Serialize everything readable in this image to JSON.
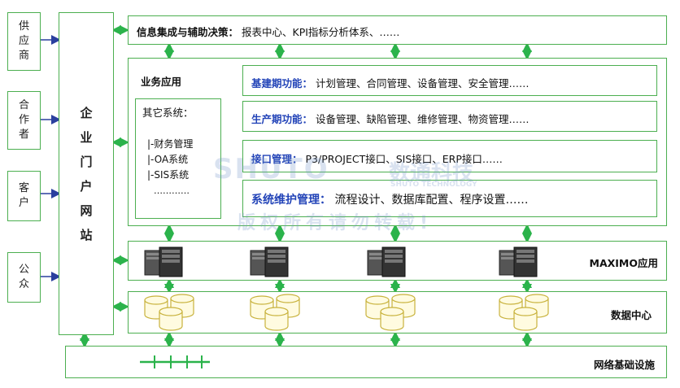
{
  "partners": [
    {
      "label": "供应商",
      "chars": [
        "供",
        "应",
        "商"
      ]
    },
    {
      "label": "合作者",
      "chars": [
        "合",
        "作",
        "者"
      ]
    },
    {
      "label": "客户",
      "chars": [
        "客",
        "户"
      ]
    },
    {
      "label": "公众",
      "chars": [
        "公",
        "众"
      ]
    }
  ],
  "portal": {
    "label": "企业门户网站",
    "chars": [
      "企",
      "业",
      "门",
      "户",
      "网",
      "站"
    ]
  },
  "top_bar": {
    "title": "信息集成与辅助决策：",
    "text": "报表中心、KPI指标分析体系、……"
  },
  "business": {
    "title": "业务应用",
    "other_systems": {
      "title": "其它系统：",
      "items": [
        "|-财务管理",
        "|-OA系统",
        "|-SIS系统",
        "…………"
      ]
    },
    "rows": [
      {
        "title": "基建期功能：",
        "text": "计划管理、合同管理、设备管理、安全管理……"
      },
      {
        "title": "生产期功能：",
        "text": "设备管理、缺陷管理、维修管理、物资管理……"
      },
      {
        "title": "接口管理：",
        "text": "P3/PROJECT接口、SIS接口、ERP接口……"
      },
      {
        "title": "系统维护管理：",
        "text": "流程设计、数据库配置、程序设置……"
      }
    ]
  },
  "layers": {
    "maximo": "MAXIMO应用",
    "datacenter": "数据中心",
    "network": "网络基础设施"
  },
  "watermark": {
    "brand": "SHUTO",
    "brand_cn": "数通科技",
    "brand_en": "SHUTO TECHNOLOGY",
    "notice": "版权所有请勿转载!"
  },
  "colors": {
    "border": "#4caf50",
    "arrow_green": "#2bb34b",
    "arrow_blue": "#2a3f9e",
    "title_blue": "#2344b8"
  }
}
